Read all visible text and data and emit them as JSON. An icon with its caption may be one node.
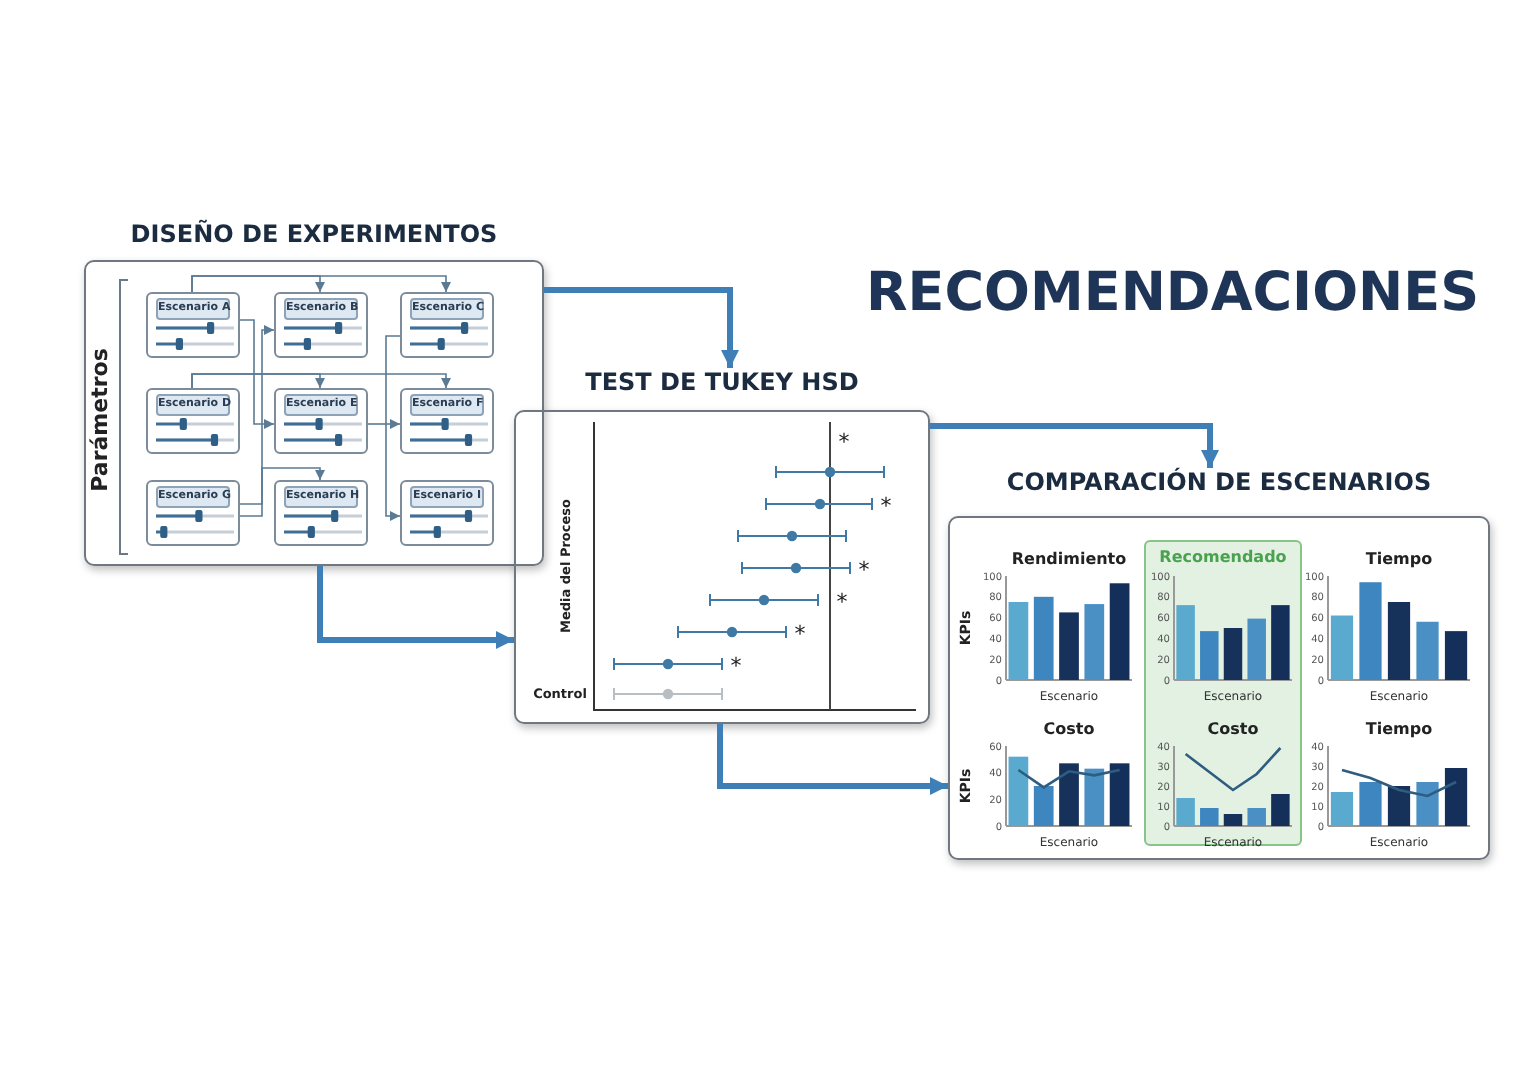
{
  "diagram": {
    "title": "RECOMENDACIONES",
    "nodes": [
      {
        "text": [
          "DISEÑO DE EXPERIMENTOS"
        ]
      },
      {
        "text": [
          "Escenario A"
        ],
        "in": 0
      },
      {
        "text": [
          "Escenario B"
        ],
        "in": 0
      },
      {
        "text": [
          "Escenario C"
        ],
        "in": 0
      },
      {
        "text": [
          "Escenario D"
        ],
        "in": 0
      },
      {
        "text": [
          "Escenario E"
        ],
        "in": 0
      },
      {
        "text": [
          "Escenario F"
        ],
        "in": 0
      },
      {
        "text": [
          "Escenario G"
        ],
        "in": 0
      },
      {
        "text": [
          "Escenario H"
        ],
        "in": 0
      },
      {
        "text": [
          "Escenario I"
        ],
        "in": 0
      },
      {
        "text": [
          "TEST DE TUKEY HSD"
        ]
      },
      {
        "text": [
          "COMPARACIÓN DE ESCENARIOS"
        ]
      },
      {
        "text": [
          "Recomendado"
        ],
        "in": 11
      }
    ],
    "edges": [
      {
        "from": 0,
        "to": 10,
        "arrow": "to",
        "style": "thick",
        "color": "#3f7fb8"
      },
      {
        "from": 0,
        "to": 10,
        "arrow": "to",
        "style": "thick",
        "color": "#3f7fb8"
      },
      {
        "from": 10,
        "to": 11,
        "arrow": "to",
        "style": "thick",
        "color": "#3f7fb8"
      },
      {
        "from": 10,
        "to": 11,
        "arrow": "to",
        "style": "thick",
        "color": "#3f7fb8"
      },
      {
        "from": 1,
        "to": 2,
        "arrow": "to"
      },
      {
        "from": 1,
        "to": 3,
        "arrow": "to"
      },
      {
        "from": 4,
        "to": 5,
        "arrow": "to"
      },
      {
        "from": 4,
        "to": 6,
        "arrow": "to"
      },
      {
        "from": 1,
        "to": 5,
        "arrow": "to"
      },
      {
        "from": 7,
        "to": 2,
        "arrow": "to"
      },
      {
        "from": 7,
        "to": 8,
        "arrow": "to"
      },
      {
        "from": 3,
        "to": 9,
        "arrow": "to"
      },
      {
        "from": 5,
        "to": 6,
        "arrow": "to"
      }
    ],
    "labels": [
      "Parámetros",
      "Media del Proceso",
      "*",
      "*",
      "*",
      "*",
      "*",
      "*",
      "Control"
    ],
    "chart_data": [
      {
        "type": "bar",
        "title": "Rendimiento",
        "xlabel": "Escenario",
        "ylabel": "KPIs",
        "ylim": [
          0,
          100
        ],
        "yticks": [
          0,
          20,
          40,
          60,
          80,
          100
        ],
        "series": [
          {
            "colors": [
              "#5aa9cf",
              "#3d86bf",
              "#16325a",
              "#4a90c4",
              "#14305a"
            ],
            "values": [
              75,
              80,
              65,
              73,
              93
            ]
          }
        ]
      },
      {
        "type": "bar",
        "xlabel": "Escenario",
        "ylim": [
          0,
          100
        ],
        "yticks": [
          0,
          20,
          40,
          60,
          80,
          100
        ],
        "series": [
          {
            "colors": [
              "#5aa9cf",
              "#3d86bf",
              "#16325a",
              "#4a90c4",
              "#14305a"
            ],
            "values": [
              72,
              47,
              50,
              59,
              72
            ]
          }
        ]
      },
      {
        "type": "bar",
        "title": "Tiempo",
        "xlabel": "Escenario",
        "ylim": [
          0,
          100
        ],
        "yticks": [
          0,
          20,
          40,
          60,
          80,
          100
        ],
        "series": [
          {
            "colors": [
              "#5aa9cf",
              "#3d86bf",
              "#16325a",
              "#4a90c4",
              "#14305a"
            ],
            "values": [
              62,
              94,
              75,
              56,
              47
            ]
          }
        ]
      },
      {
        "type": "bar",
        "title": "Costo",
        "xlabel": "Escenario",
        "ylabel": "KPIs",
        "ylim": [
          0,
          60
        ],
        "yticks": [
          0,
          20,
          40,
          60
        ],
        "series": [
          {
            "colors": [
              "#5aa9cf",
              "#3d86bf",
              "#16325a",
              "#4a90c4",
              "#14305a"
            ],
            "values": [
              52,
              30,
              47,
              43,
              47
            ]
          },
          {
            "type": "line",
            "color": "#2f5d80",
            "values": [
              42,
              29,
              41,
              38,
              42
            ]
          }
        ]
      },
      {
        "type": "bar",
        "title": "Costo",
        "xlabel": "Escenario",
        "ylim": [
          0,
          40
        ],
        "yticks": [
          0,
          10,
          20,
          30,
          40
        ],
        "series": [
          {
            "colors": [
              "#5aa9cf",
              "#3d86bf",
              "#16325a",
              "#4a90c4",
              "#14305a"
            ],
            "values": [
              14,
              9,
              6,
              9,
              16
            ]
          },
          {
            "type": "line",
            "color": "#2f5d80",
            "values": [
              36,
              27,
              18,
              26,
              39
            ]
          }
        ]
      },
      {
        "type": "bar",
        "title": "Tiempo",
        "xlabel": "Escenario",
        "ylim": [
          0,
          40
        ],
        "yticks": [
          0,
          10,
          20,
          30,
          40
        ],
        "series": [
          {
            "colors": [
              "#5aa9cf",
              "#3d86bf",
              "#16325a",
              "#4a90c4",
              "#14305a"
            ],
            "values": [
              17,
              22,
              20,
              22,
              29
            ]
          },
          {
            "type": "line",
            "color": "#2f5d80",
            "values": [
              28,
              24,
              18,
              15,
              22
            ]
          }
        ]
      }
    ]
  }
}
